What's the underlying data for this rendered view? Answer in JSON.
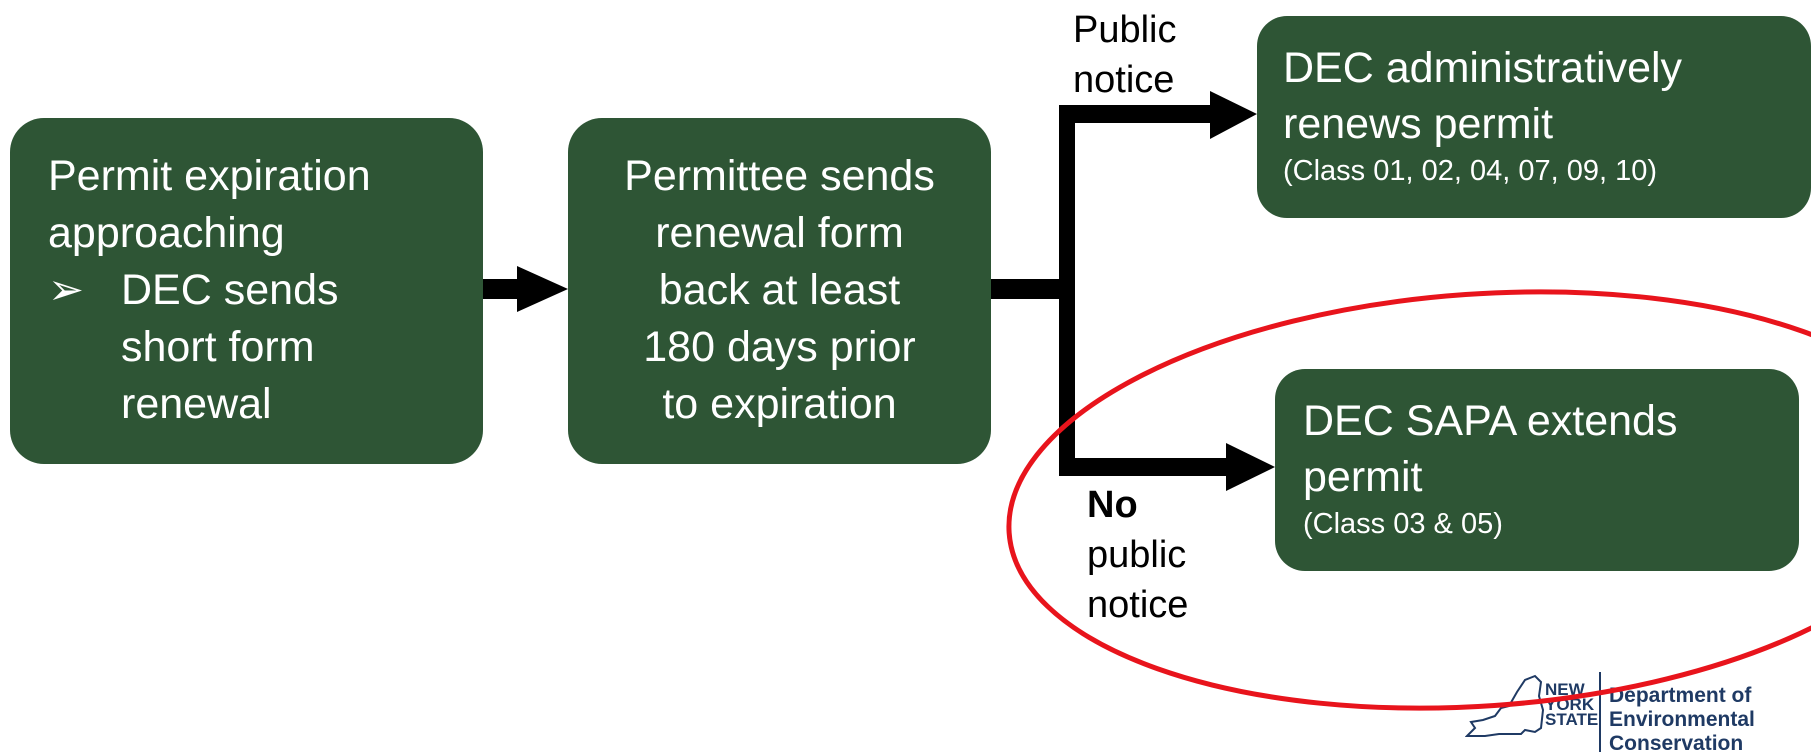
{
  "diagram": {
    "box1": {
      "line1": "Permit expiration",
      "line2": "approaching",
      "bullet_mark": "➢",
      "bullet_line1": "DEC sends",
      "bullet_line2": "short form",
      "bullet_line3": "renewal"
    },
    "box2": {
      "line1": "Permittee sends",
      "line2": "renewal form",
      "line3": "back at least",
      "line4": "180 days prior",
      "line5": "to expiration"
    },
    "box3": {
      "line1": "DEC administratively",
      "line2": "renews permit",
      "classes": "(Class 01, 02, 04, 07, 09, 10)"
    },
    "box4": {
      "line1": "DEC SAPA extends",
      "line2": "permit",
      "classes": "(Class 03 & 05)"
    },
    "label_top": {
      "line1": "Public",
      "line2": "notice"
    },
    "label_bottom": {
      "line1": "No",
      "line2": "public",
      "line3": "notice"
    }
  },
  "logo": {
    "ny1": "NEW",
    "ny2": "YORK",
    "ny3": "STATE",
    "dept1": "Department of",
    "dept2": "Environmental",
    "dept3": "Conservation"
  },
  "colors": {
    "box_fill": "#2e5535",
    "connector": "#000000",
    "highlight_circle": "#e8141c",
    "logo": "#1f3a64"
  }
}
